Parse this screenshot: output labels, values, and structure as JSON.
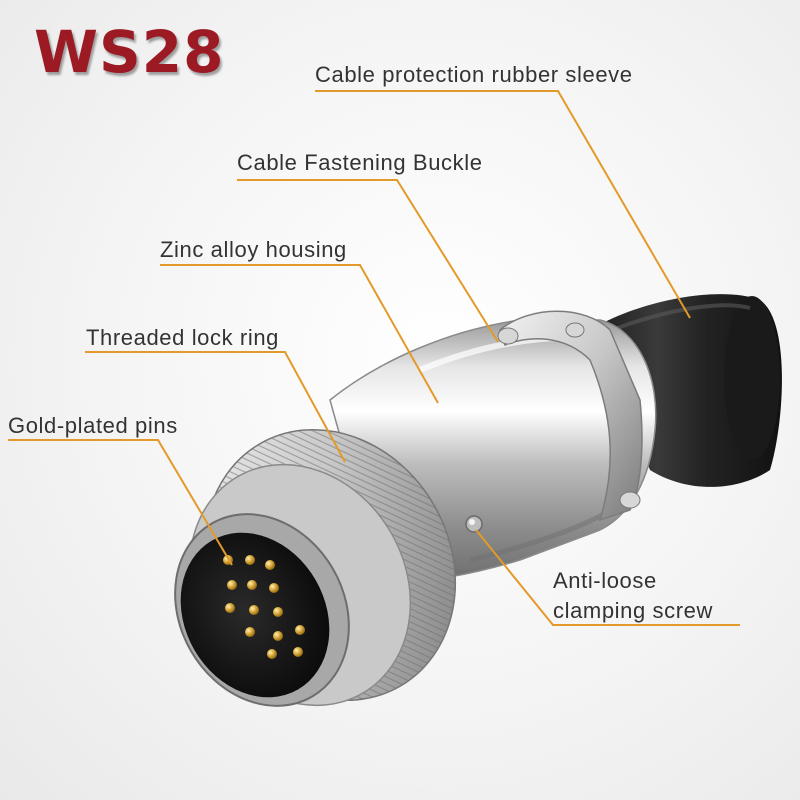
{
  "title": "WS28",
  "colors": {
    "title": "#9c1a24",
    "callout_line": "#e39a2a",
    "label_text": "#333333"
  },
  "callouts": {
    "rubber_sleeve": "Cable protection rubber sleeve",
    "fastening_buckle": "Cable Fastening Buckle",
    "housing": "Zinc alloy housing",
    "lock_ring": "Threaded lock ring",
    "pins": "Gold-plated pins",
    "screw_line1": "Anti-loose",
    "screw_line2": "clamping screw"
  }
}
